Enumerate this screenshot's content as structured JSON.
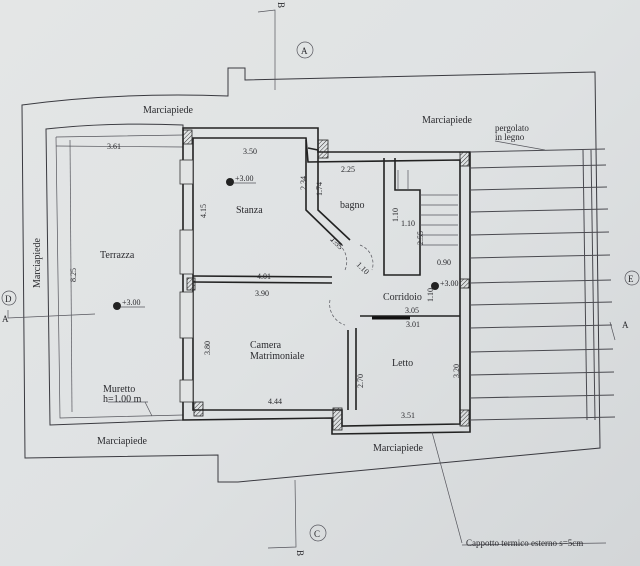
{
  "plan": {
    "rooms": {
      "terrazza": "Terrazza",
      "stanza": "Stanza",
      "bagno": "bagno",
      "corridoio": "Corridoio",
      "camera_line1": "Camera",
      "camera_line2": "Matrimoniale",
      "letto": "Letto"
    },
    "sidewalk": "Marciapiede",
    "muretto_line1": "Muretto",
    "muretto_line2": "h=1.00 m",
    "pergola_line1": "pergolato",
    "pergola_line2": "in legno",
    "cappotto": "Cappotto termico esterno s=5cm",
    "elevation": "+3.00",
    "dimensions": {
      "terr_w": "3.61",
      "terr_h": "8.25",
      "stanza_w": "3.50",
      "stanza_h": "4.15",
      "stanza_side": "2.34",
      "bagno_h": "1.74",
      "bagno_w": "2.25",
      "stair_a": "1.10",
      "stair_b": "1.10",
      "stair_c": "2.55",
      "stair_d": "0.90",
      "diag_a": "1.35",
      "diag_b": "1.10",
      "corr_h": "1.10",
      "corr_a": "3.05",
      "corr_b": "3.01",
      "wall_a": "4.01",
      "wall_b": "3.90",
      "camera_h": "3.80",
      "camera_w": "4.44",
      "letto_h": "2.70",
      "letto_r": "3.20",
      "letto_w": "3.51"
    },
    "sections": {
      "a": "A",
      "b": "B",
      "c": "C",
      "d": "D",
      "e": "E"
    }
  }
}
